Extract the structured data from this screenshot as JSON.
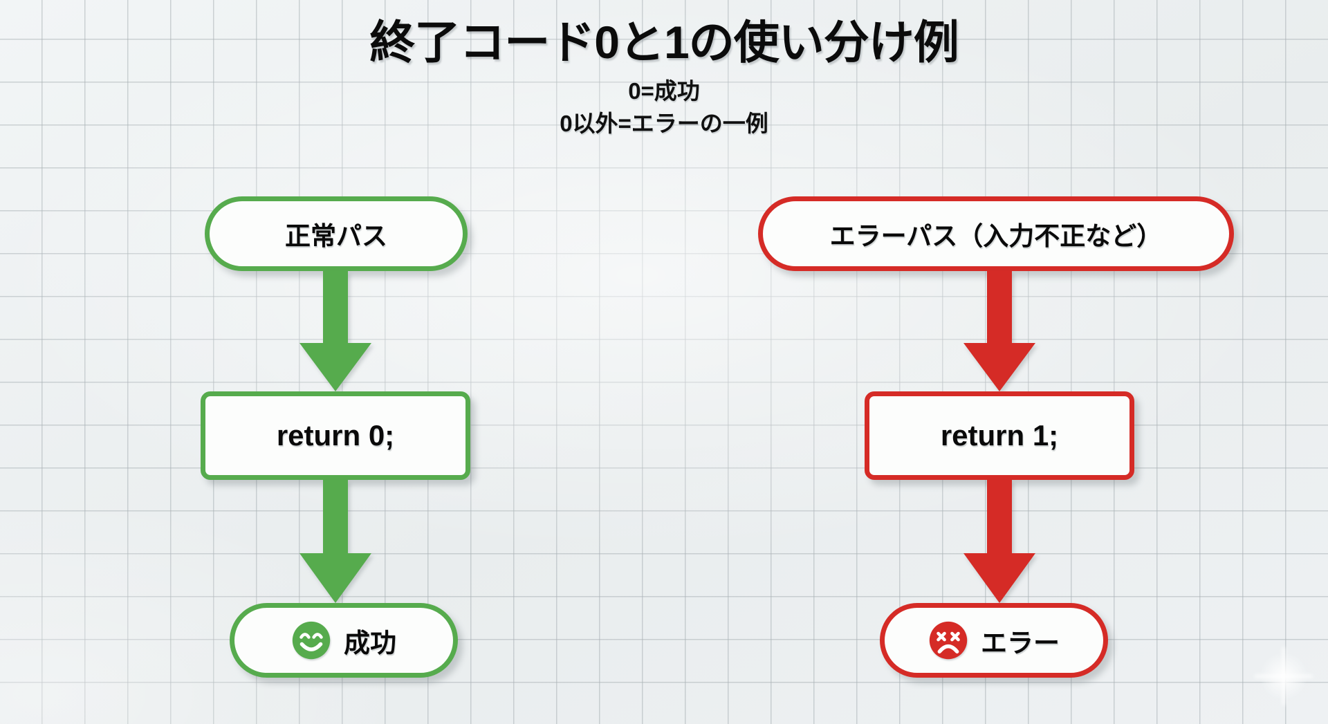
{
  "page": {
    "title": "終了コード0と1の使い分け例",
    "subtitle_line_1": "0=成功",
    "subtitle_line_2": "0以外=エラーの一例"
  },
  "colors": {
    "success": "#56ab4d",
    "error": "#d52b26",
    "node_fill": "#fcfdfc",
    "background": "#eef1f2",
    "grid_line": "#aab2b6",
    "text": "#0a0a0a"
  },
  "flows": {
    "success_branch": {
      "nodes": [
        {
          "id": "normal-path",
          "label": "正常パス",
          "shape": "pill",
          "color": "success"
        },
        {
          "id": "return-zero",
          "label": "return 0;",
          "shape": "rect",
          "color": "success"
        },
        {
          "id": "success",
          "label": "成功",
          "shape": "pill",
          "color": "success",
          "icon": "smiling-face-icon"
        }
      ],
      "arrows": [
        {
          "id": "normal-to-return0",
          "direction": "down",
          "color": "success"
        },
        {
          "id": "return0-to-success",
          "direction": "down",
          "color": "success"
        }
      ]
    },
    "error_branch": {
      "nodes": [
        {
          "id": "error-path",
          "label": "エラーパス（入力不正など）",
          "shape": "pill",
          "color": "error"
        },
        {
          "id": "return-one",
          "label": "return 1;",
          "shape": "rect",
          "color": "error"
        },
        {
          "id": "error",
          "label": "エラー",
          "shape": "pill",
          "color": "error",
          "icon": "dead-face-icon"
        }
      ],
      "arrows": [
        {
          "id": "error-to-return1",
          "direction": "down",
          "color": "error"
        },
        {
          "id": "return1-to-error",
          "direction": "down",
          "color": "error"
        }
      ]
    }
  }
}
